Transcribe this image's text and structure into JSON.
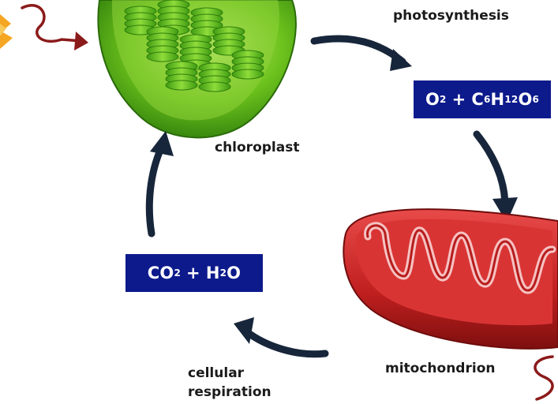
{
  "labels": {
    "photosynthesis": "photosynthesis",
    "chloroplast": "chloroplast",
    "mitochondrion": "mitochondrion",
    "cellular_respiration_line1": "cellular",
    "cellular_respiration_line2": "respiration"
  },
  "formula_products": {
    "o": "O",
    "o_sub": "2",
    "plus": "+",
    "c": "C",
    "c_sub": "6",
    "h": "H",
    "h_sub": "12",
    "o2": "O",
    "o2_sub": "6"
  },
  "formula_reactants": {
    "co": "CO",
    "co_sub": "2",
    "plus": "+",
    "h": "H",
    "h_sub": "2",
    "o": "O"
  },
  "colors": {
    "formula_box": "#0d1a8c",
    "arrow": "#17263a",
    "chloroplast_green": "#5fbf1a",
    "mitochondrion_red": "#c62828",
    "sun_orange": "#f5a623",
    "light_arrow": "#8b1a1a"
  }
}
